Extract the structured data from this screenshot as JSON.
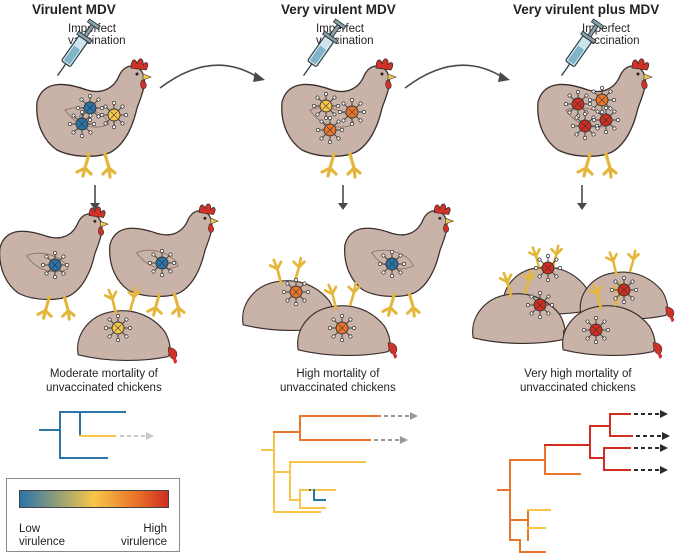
{
  "columns": [
    {
      "title": "Virulent MDV",
      "vaccination": [
        "Imperfect",
        "vaccination"
      ],
      "outcome": [
        "Moderate mortality of",
        "unvaccinated chickens"
      ]
    },
    {
      "title": "Very virulent MDV",
      "vaccination": [
        "Imperfect",
        "vaccination"
      ],
      "outcome": [
        "High mortality of",
        "unvaccinated chickens"
      ]
    },
    {
      "title": "Very virulent plus MDV",
      "vaccination": [
        "Imperfect",
        "vaccination"
      ],
      "outcome": [
        "Very high mortality of",
        "unvaccinated chickens"
      ]
    }
  ],
  "legend": {
    "low": [
      "Low",
      "virulence"
    ],
    "high": [
      "High",
      "virulence"
    ],
    "colors": [
      "#2a74a8",
      "#f7c648",
      "#e9752a",
      "#d02d20"
    ]
  }
}
